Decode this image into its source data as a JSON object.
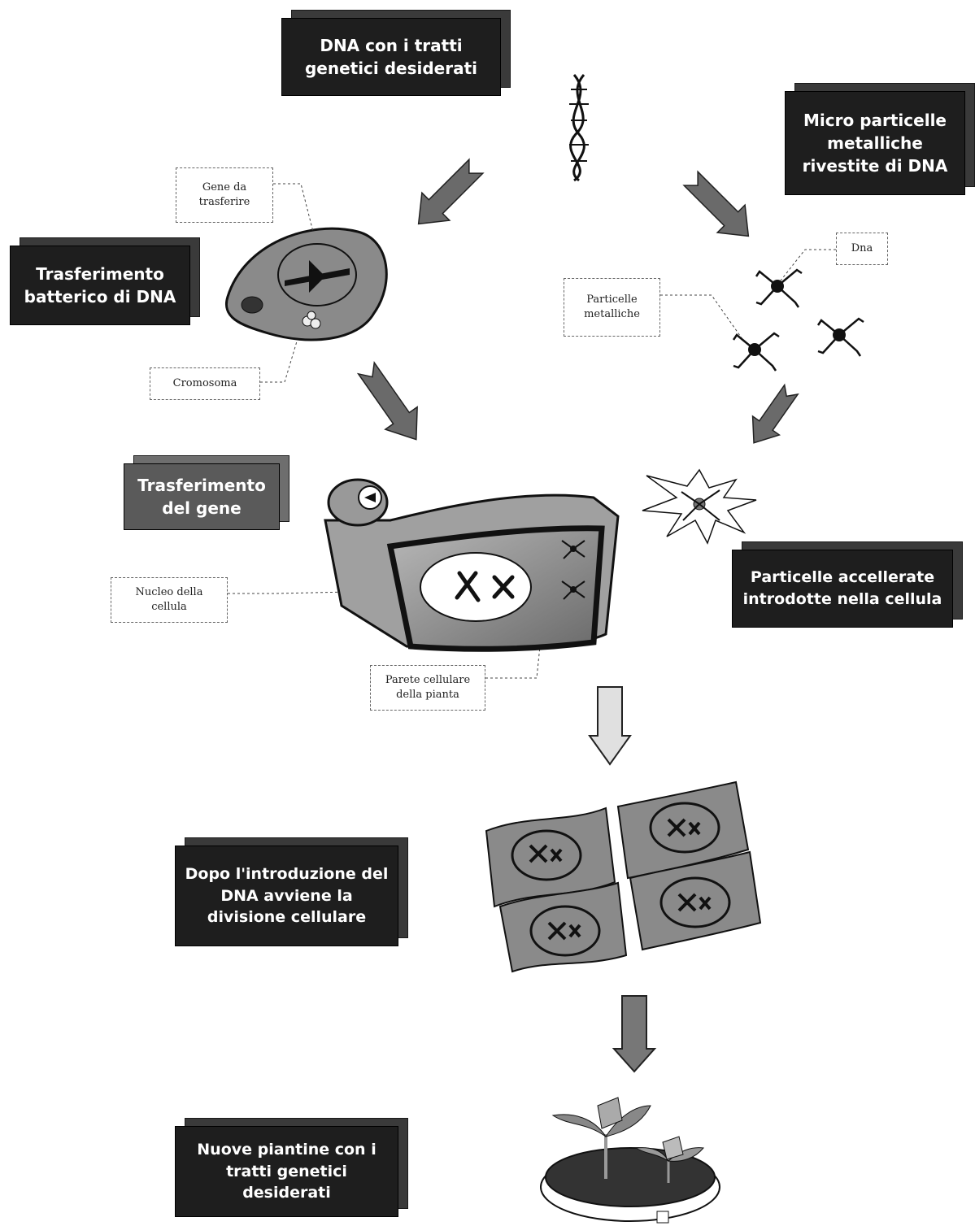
{
  "boxes": {
    "dna_traits": "DNA con i tratti\ngenetici desiderati",
    "micro_particles": "Micro particelle\nmetalliche\nrivestite di DNA",
    "bacterial_transfer": "Trasferimento\nbatterico di DNA",
    "gene_transfer": "Trasferimento\ndel gene",
    "accelerated_particles": "Particelle accellerate\nintrodotte nella cellula",
    "cell_division": "Dopo l'introduzione del\nDNA avviene la\ndivisione cellulare",
    "new_plants": "Nuove piantine con i\ntratti genetici\ndesiderati"
  },
  "captions": {
    "gene_to_transfer": "Gene da\ntrasferire",
    "chromosome": "Cromosoma",
    "dna": "Dna",
    "metal_particles": "Particelle\nmetalliche",
    "cell_nucleus": "Nucleo della\ncellula",
    "plant_cell_wall": "Parete cellulare\ndella pianta"
  },
  "colors": {
    "box_dark": "#1e1e1e",
    "box_grey": "#5a5a5a",
    "arrow_dark": "#6a6a6a",
    "arrow_light": "#d8d8d8",
    "cell_fill": "#8a8a8a"
  }
}
